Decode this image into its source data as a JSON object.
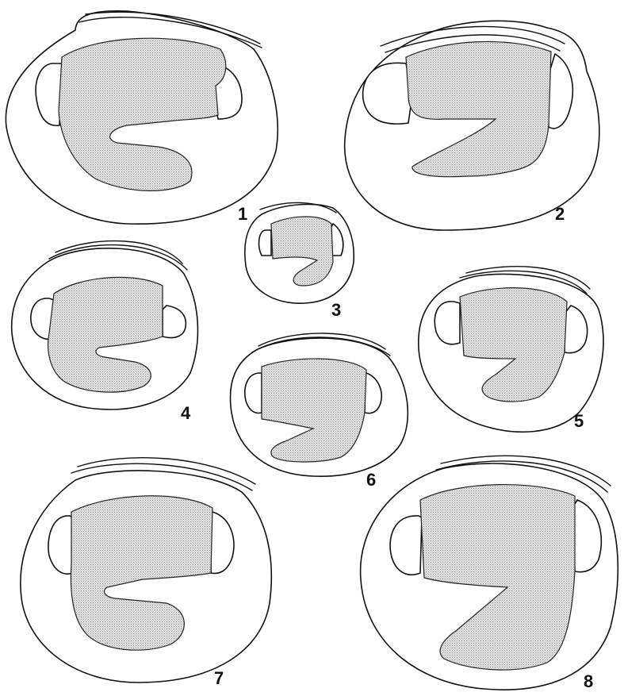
{
  "plate": {
    "figures": [
      {
        "label": "1"
      },
      {
        "label": "2"
      },
      {
        "label": "3"
      },
      {
        "label": "4"
      },
      {
        "label": "5"
      },
      {
        "label": "6"
      },
      {
        "label": "7"
      },
      {
        "label": "8"
      }
    ]
  },
  "colors": {
    "line": "#111111",
    "stipple": "#9a9a9a",
    "background": "#ffffff"
  }
}
